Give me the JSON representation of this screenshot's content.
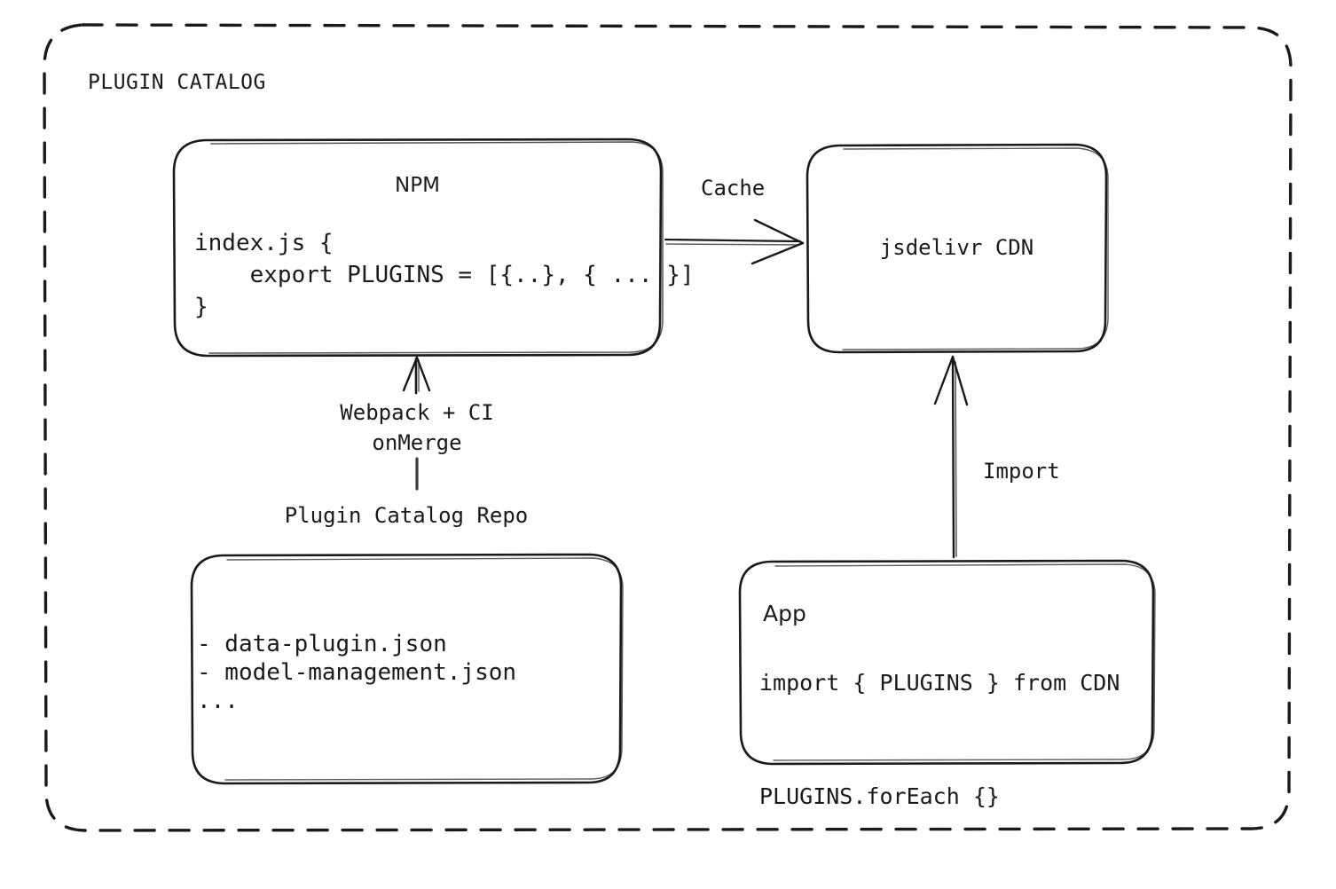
{
  "diagram": {
    "title": "PLUGIN CATALOG",
    "type": "architecture-flow",
    "style": "hand-drawn-sketch",
    "colors": {
      "stroke": "#1a1a1a",
      "text": "#1a1a1a",
      "background": "#ffffff"
    }
  },
  "nodes": {
    "npm": {
      "title": "NPM",
      "code": "index.js {\n    export PLUGINS = [{..}, { ... }]\n}"
    },
    "cdn": {
      "title": "jsdelivr CDN"
    },
    "repo": {
      "caption": "Plugin Catalog Repo",
      "code": "- data-plugin.json\n- model-management.json\n..."
    },
    "app": {
      "title": "App",
      "code": "import { PLUGINS } from CDN\n\nPLUGINS.forEach {}"
    }
  },
  "edges": {
    "npm_to_cdn": {
      "label": "Cache",
      "from": "npm",
      "to": "cdn"
    },
    "repo_to_npm": {
      "label": "Webpack + CI\nonMerge",
      "from": "repo",
      "to": "npm"
    },
    "app_to_cdn": {
      "label": "Import",
      "from": "app",
      "to": "cdn"
    }
  }
}
